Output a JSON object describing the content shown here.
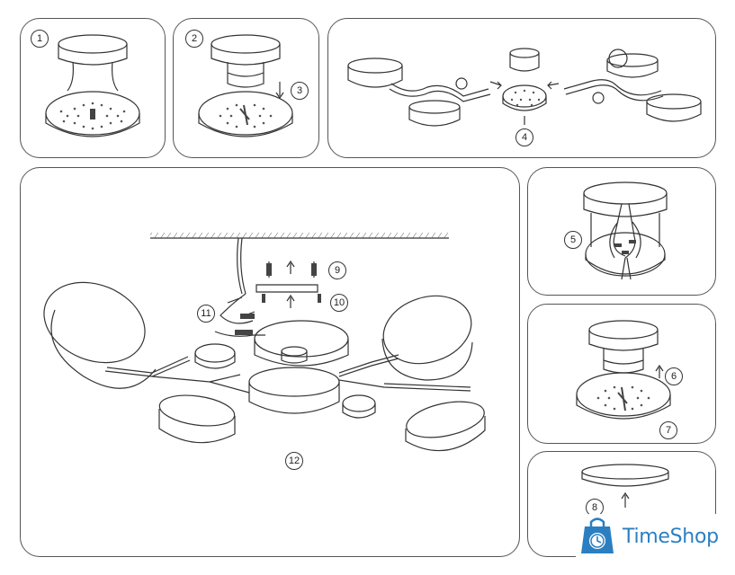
{
  "steps": [
    "1",
    "2",
    "3",
    "4",
    "5",
    "6",
    "7",
    "8",
    "9",
    "10",
    "11",
    "12"
  ],
  "brand": {
    "name": "TimeShop",
    "color": "#2b7fc1",
    "icon": "shopping-bag-clock-icon"
  },
  "colors": {
    "line": "#333333",
    "panel_border": "#555555",
    "hatch": "#444444"
  }
}
